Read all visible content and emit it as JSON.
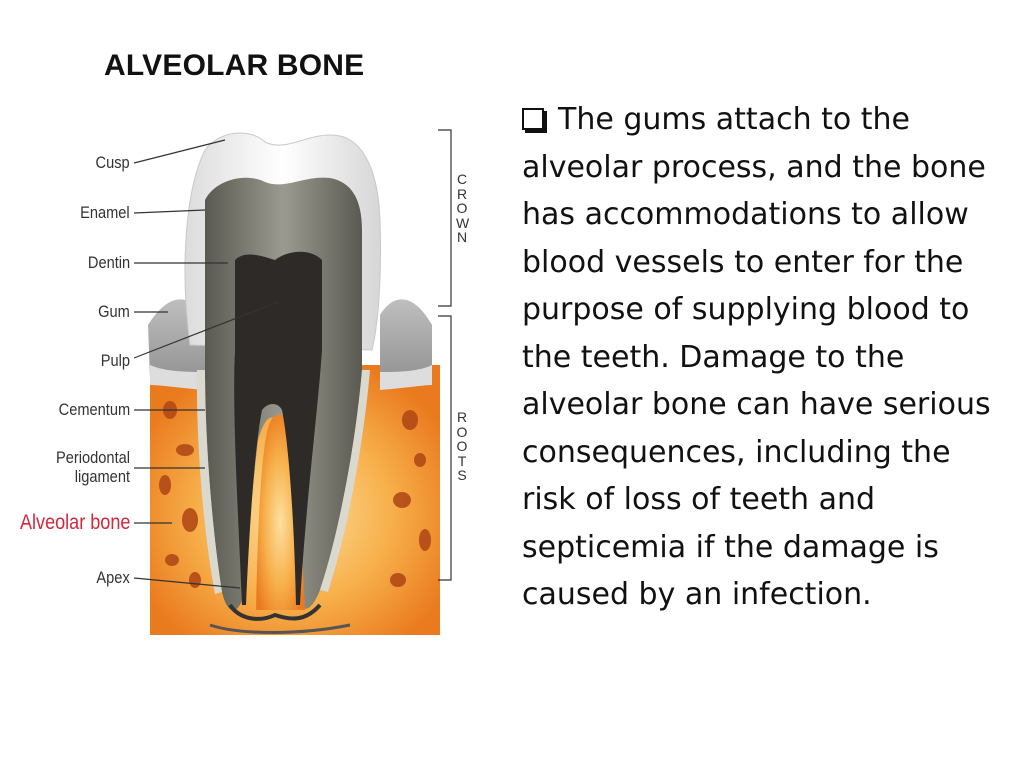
{
  "slide": {
    "title": "ALVEOLAR BONE",
    "bullet_icon": "checkbox-square-icon",
    "body": "The gums attach to the alveolar process, and the bone has accommodations to allow blood vessels to enter for the purpose of supplying blood to the teeth. Damage to the alveolar bone can have serious consequences, including the risk of loss of teeth and septicemia if the damage is caused by an infection."
  },
  "diagram": {
    "labels": {
      "cusp": "Cusp",
      "enamel": "Enamel",
      "dentin": "Dentin",
      "gum": "Gum",
      "pulp": "Pulp",
      "cementum": "Cementum",
      "periodontal_1": "Periodontal",
      "periodontal_2": "ligament",
      "alveolar_bone": "Alveolar bone",
      "apex": "Apex"
    },
    "sections": {
      "crown": "CROWN",
      "roots": "ROOTS"
    },
    "colors": {
      "highlight_label": "#d4273a",
      "bone": "#f39a3a",
      "dentin": "#7d7d72",
      "pulp": "#2e2a28"
    }
  }
}
